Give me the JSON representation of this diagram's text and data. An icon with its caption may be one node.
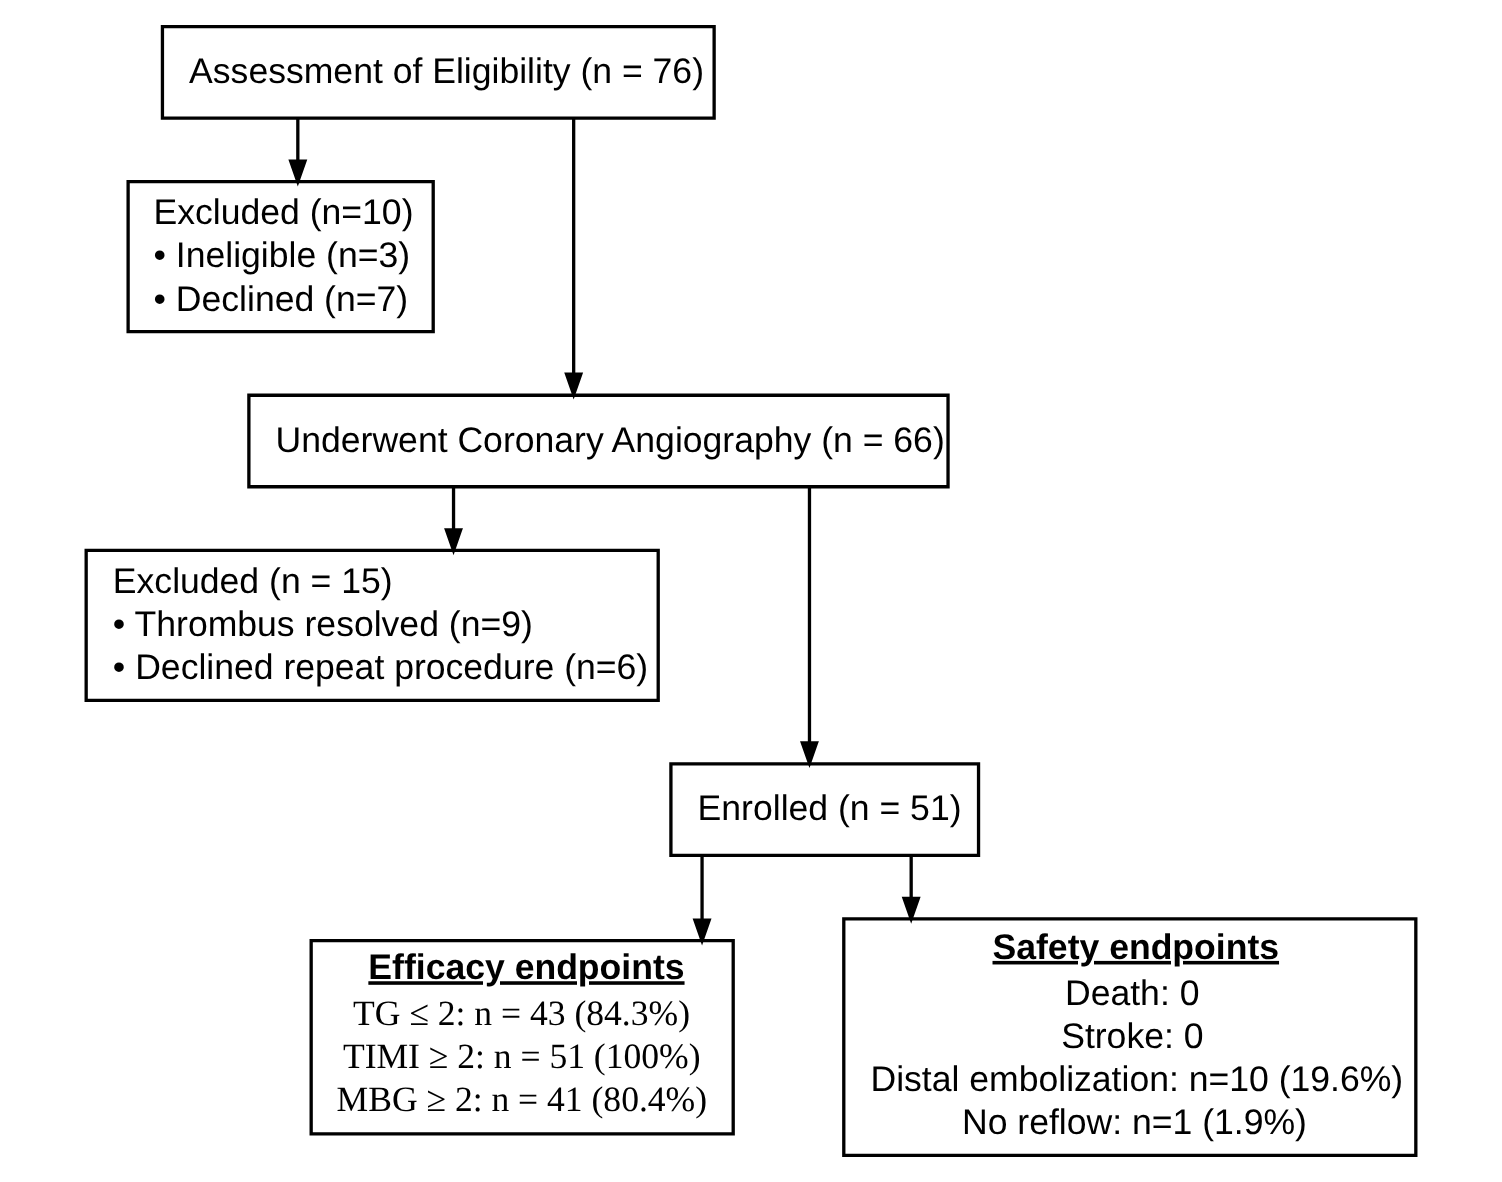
{
  "diagram": {
    "nodes": [
      {
        "text": [
          "Assessment of Eligibility (n = 76)"
        ]
      },
      {
        "text": [
          "Excluded (n=10)",
          "• Ineligible (n=3)",
          "• Declined (n=7)"
        ]
      },
      {
        "text": [
          "Underwent Coronary Angiography (n = 66)"
        ]
      },
      {
        "text": [
          "Excluded (n = 15)",
          "• Thrombus resolved (n=9)",
          "• Declined repeat procedure (n=6)"
        ]
      },
      {
        "text": [
          "Enrolled (n = 51)"
        ]
      },
      {
        "text": [
          "Efficacy endpoints",
          "TG ≤ 2: n = 43 (84.3%)",
          "TIMI ≥ 2: n = 51 (100%)",
          "MBG ≥ 2: n = 41 (80.4%)"
        ]
      },
      {
        "text": [
          "Safety endpoints",
          "Death: 0",
          "Stroke: 0",
          "Distal embolization: n=10 (19.6%)",
          "No reflow: n=1 (1.9%)"
        ]
      }
    ],
    "edges": [
      {
        "from": 0,
        "to": 1,
        "arrow": "to"
      },
      {
        "from": 0,
        "to": 2,
        "arrow": "to"
      },
      {
        "from": 2,
        "to": 3,
        "arrow": "to"
      },
      {
        "from": 2,
        "to": 4,
        "arrow": "to"
      },
      {
        "from": 4,
        "to": 5,
        "arrow": "to"
      },
      {
        "from": 4,
        "to": 6,
        "arrow": "to"
      }
    ]
  }
}
